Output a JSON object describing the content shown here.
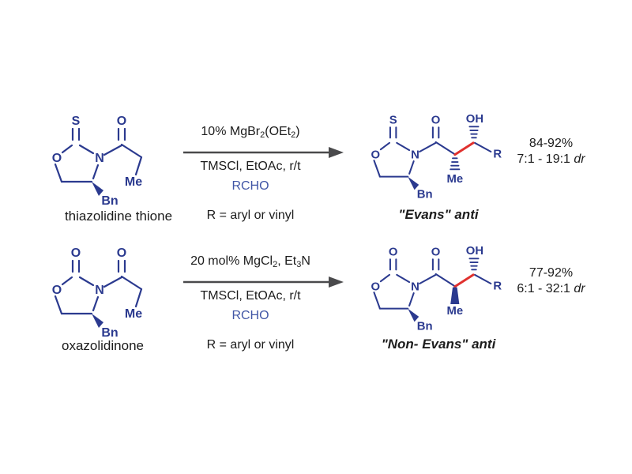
{
  "colors": {
    "structure": "#2b3a8f",
    "highlight": "#e0312e",
    "rcho": "#4156a6",
    "arrow": "#4a4a4c",
    "ink": "#1c1c1c"
  },
  "reaction1": {
    "reactant": {
      "label": "thiazolidine thione",
      "atoms": {
        "top": "S",
        "ring_o": "O",
        "n": "N",
        "acyl_o": "O",
        "me": "Me",
        "bn": "Bn"
      }
    },
    "conditions": {
      "above": {
        "a": "10% MgBr",
        "a_sub": "2",
        "b": "(OEt",
        "b_sub": "2",
        "c": ")"
      },
      "below1": "TMSCl, EtOAc, r/t",
      "below2": "RCHO",
      "below3": "R = aryl or vinyl"
    },
    "product": {
      "label": "\"Evans\" anti",
      "atoms": {
        "top": "S",
        "ring_o": "O",
        "n": "N",
        "acyl_o": "O",
        "me": "Me",
        "bn": "Bn",
        "oh": "OH",
        "r": "R"
      }
    },
    "results": {
      "yield": "84-92%",
      "dr": "7:1 - 19:1",
      "dr_unit": "dr"
    }
  },
  "reaction2": {
    "reactant": {
      "label": "oxazolidinone",
      "atoms": {
        "top": "O",
        "ring_o": "O",
        "n": "N",
        "acyl_o": "O",
        "me": "Me",
        "bn": "Bn"
      }
    },
    "conditions": {
      "above": {
        "a": "20 mol% MgCl",
        "a_sub": "2",
        "b": ", Et",
        "b_sub": "3",
        "c": "N"
      },
      "below1": "TMSCl, EtOAc, r/t",
      "below2": "RCHO",
      "below3": "R = aryl or vinyl"
    },
    "product": {
      "label": "\"Non- Evans\" anti",
      "atoms": {
        "top": "O",
        "ring_o": "O",
        "n": "N",
        "acyl_o": "O",
        "me": "Me",
        "bn": "Bn",
        "oh": "OH",
        "r": "R"
      }
    },
    "results": {
      "yield": "77-92%",
      "dr": "6:1 - 32:1",
      "dr_unit": "dr"
    }
  }
}
